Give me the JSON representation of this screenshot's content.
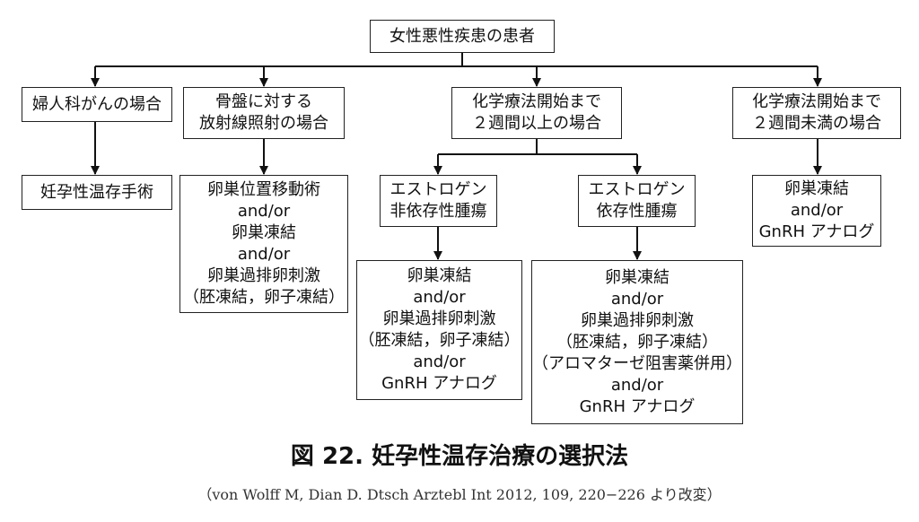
{
  "diagram": {
    "root": "女性悪性疾患の患者",
    "conditions": {
      "gyn_cancer": [
        "婦人科がんの場合"
      ],
      "pelvic_radiation": [
        "骨盤に対する",
        "放射線照射の場合"
      ],
      "chemo_2w_or_more": [
        "化学療法開始まで",
        "２週間以上の場合"
      ],
      "chemo_under_2w": [
        "化学療法開始まで",
        "２週間未満の場合"
      ]
    },
    "tumor_types": {
      "non_estrogen": [
        "エストロゲン",
        "非依存性腫瘍"
      ],
      "estrogen": [
        "エストロゲン",
        "依存性腫瘍"
      ]
    },
    "treatments": {
      "gyn_cancer": [
        "妊孕性温存手術"
      ],
      "pelvic_radiation": [
        "卵巣位置移動術",
        "and/or",
        "卵巣凍結",
        "and/or",
        "卵巣過排卵刺激",
        "（胚凍結，卵子凍結）"
      ],
      "non_estrogen": [
        "卵巣凍結",
        "and/or",
        "卵巣過排卵刺激",
        "（胚凍結，卵子凍結）",
        "and/or",
        "GnRH アナログ"
      ],
      "estrogen": [
        "卵巣凍結",
        "and/or",
        "卵巣過排卵刺激",
        "（胚凍結，卵子凍結）",
        "（アロマターゼ阻害薬併用）",
        "and/or",
        "GnRH アナログ"
      ],
      "chemo_under_2w": [
        "卵巣凍結",
        "and/or",
        "GnRH アナログ"
      ]
    }
  },
  "figure": {
    "title": "図 22.  妊孕性温存治療の選択法",
    "source": "（von Wolff M, Dian D. Dtsch Arztebl Int 2012, 109, 220−226 より改変）"
  }
}
